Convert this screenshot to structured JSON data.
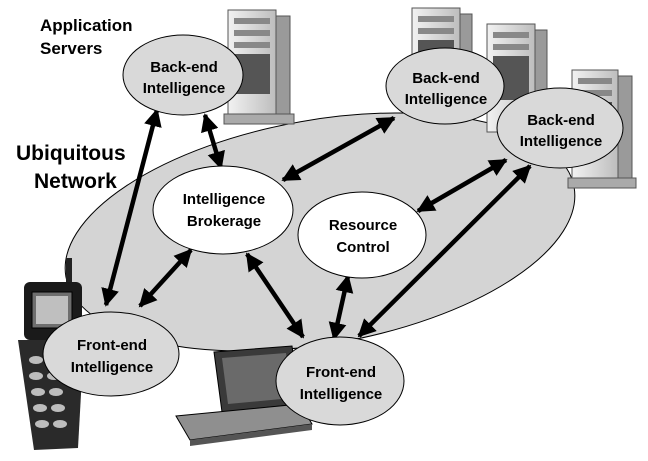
{
  "labels": {
    "app_servers": [
      "Application",
      "Servers"
    ],
    "network": [
      "Ubiquitous",
      "Network"
    ]
  },
  "nodes": {
    "backend_1": [
      "Back-end",
      "Intelligence"
    ],
    "backend_2": [
      "Back-end",
      "Intelligence"
    ],
    "backend_3": [
      "Back-end",
      "Intelligence"
    ],
    "brokerage": [
      "Intelligence",
      "Brokerage"
    ],
    "resource": [
      "Resource",
      "Control"
    ],
    "frontend_phone": [
      "Front-end",
      "Intelligence"
    ],
    "frontend_laptop": [
      "Front-end",
      "Intelligence"
    ]
  },
  "colors": {
    "network_fill": "#d4d4d4",
    "node_grey": "#d9d9d9",
    "node_white": "#ffffff",
    "outline": "#000000"
  },
  "icons": [
    "server-tower-icon",
    "mobile-phone-icon",
    "laptop-icon"
  ]
}
